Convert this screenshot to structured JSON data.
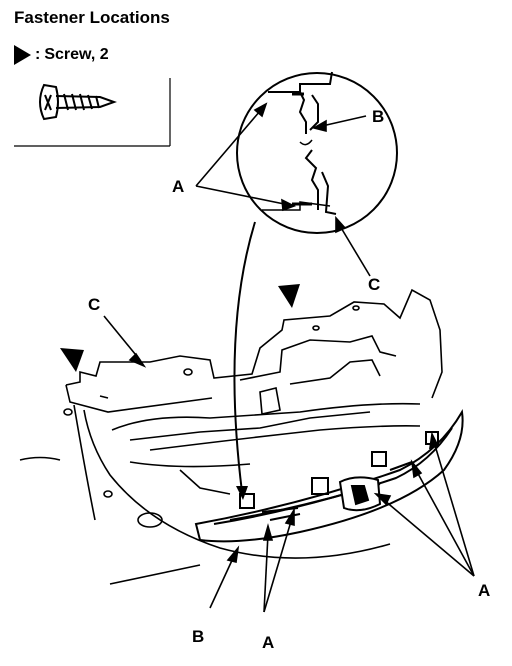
{
  "title": "Fastener Locations",
  "legend": {
    "symbol": "triangle-marker-icon",
    "separator": ":",
    "text": "Screw, 2"
  },
  "callouts": {
    "a": "A",
    "b": "B",
    "c": "C"
  },
  "colors": {
    "ink": "#000000",
    "paper": "#ffffff"
  }
}
